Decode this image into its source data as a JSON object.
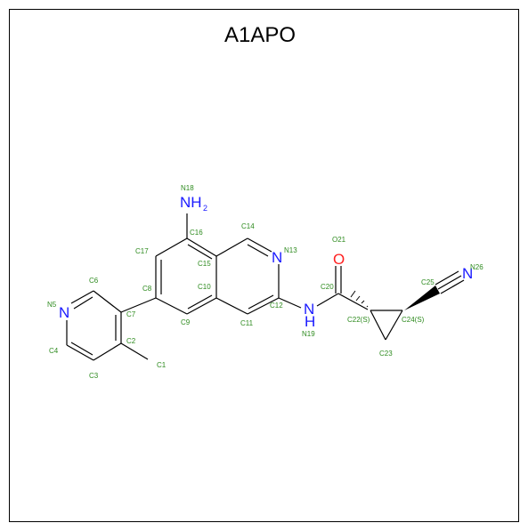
{
  "title": "A1APO",
  "colors": {
    "carbon_label": "#2e8b1f",
    "nitrogen": "#1a1aff",
    "oxygen": "#ff2020",
    "bond": "#000000"
  },
  "atoms": {
    "N18": "N18",
    "NH2_main": "NH",
    "NH2_sub": "2",
    "C16": "C16",
    "C14": "C14",
    "C17": "C17",
    "C15": "C15",
    "N13": "N13",
    "N13_el": "N",
    "O21": "O21",
    "O_el": "O",
    "C6": "C6",
    "C8": "C8",
    "C10": "C10",
    "C20": "C20",
    "C25": "C25",
    "N26": "N26",
    "N26_el": "N",
    "N5": "N5",
    "N5_el": "N",
    "C7": "C7",
    "C12": "C12",
    "NH_el": "N",
    "H_el": "H",
    "C22": "C22(S)",
    "C24": "C24(S)",
    "C9": "C9",
    "C11": "C11",
    "N19": "N19",
    "C4": "C4",
    "C2": "C2",
    "C23": "C23",
    "C1": "C1",
    "C3": "C3"
  }
}
